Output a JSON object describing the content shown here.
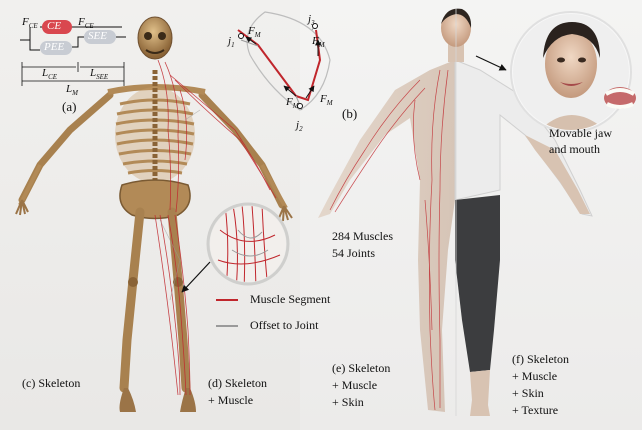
{
  "colors": {
    "muscle": "#c0262c",
    "offset": "#9a9a9a",
    "bone": "#b28a57",
    "bone_dark": "#7a5a33",
    "skin": "#d8c3b2",
    "shirt": "#ececec",
    "pants": "#3c3d3f",
    "ce_fill": "#d9474f",
    "see_fill": "#c8ccd3",
    "pee_fill": "#c8ccd3"
  },
  "panel_a": {
    "label": "(a)",
    "fce_left": "F",
    "fce_left_sub": "CE",
    "ce": "CE",
    "fce_right": "F",
    "fce_right_sub": "CE",
    "see": "SEE",
    "pee": "PEE",
    "lce": "L",
    "lce_sub": "CE",
    "lsee": "L",
    "lsee_sub": "SEE",
    "lm": "L",
    "lm_sub": "M"
  },
  "panel_b": {
    "label": "(b)",
    "j1": "j",
    "j1_sub": "1",
    "j2": "j",
    "j2_sub": "2",
    "j3": "j",
    "j3_sub": "3",
    "fm": "F",
    "fm_sub": "M"
  },
  "legend": {
    "muscle_segment": "Muscle Segment",
    "offset_to_joint": "Offset to Joint"
  },
  "stats": {
    "muscles": "284 Muscles",
    "joints": "54 Joints"
  },
  "jaw_caption": {
    "line1": "Movable jaw",
    "line2": "and mouth"
  },
  "captions": {
    "c": "(c) Skeleton",
    "d_line1": "(d) Skeleton",
    "d_line2": "+ Muscle",
    "e_line1": "(e) Skeleton",
    "e_line2": "+ Muscle",
    "e_line3": "+ Skin",
    "f_line1": "(f) Skeleton",
    "f_line2": "+ Muscle",
    "f_line3": "+ Skin",
    "f_line4": "+ Texture"
  }
}
